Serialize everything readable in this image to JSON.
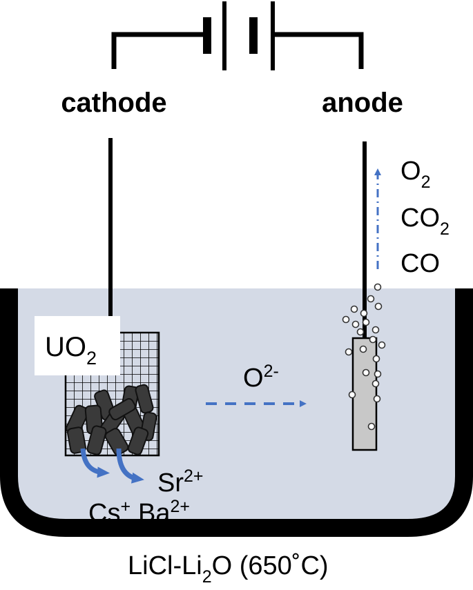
{
  "labels": {
    "cathode": "cathode",
    "anode": "anode",
    "uo2_base": "UO",
    "uo2_sub": "2",
    "oxide_ion_base": "O",
    "oxide_ion_sup": "2-",
    "gas1_base": "O",
    "gas1_sub": "2",
    "gas2_base": "CO",
    "gas2_sub": "2",
    "gas3": "CO",
    "sr_base": "Sr",
    "sr_sup": "2+",
    "cs_base": "Cs",
    "cs_sup": "+",
    "ba_base": "Ba",
    "ba_sup": "2+",
    "electrolyte_a": "LiCl-Li",
    "electrolyte_sub": "2",
    "electrolyte_b": "O (650",
    "electrolyte_deg": "˚",
    "electrolyte_c": "C)"
  },
  "colors": {
    "salt": "#d4dae6",
    "wire": "#000000",
    "arrow": "#4472c4",
    "pellet": "#3a3a3a",
    "anode_rod": "#c8c8c8"
  },
  "icons": {
    "battery": "battery-symbol-icon",
    "basket": "mesh-basket-icon",
    "bubbles": "gas-bubble-icon"
  }
}
